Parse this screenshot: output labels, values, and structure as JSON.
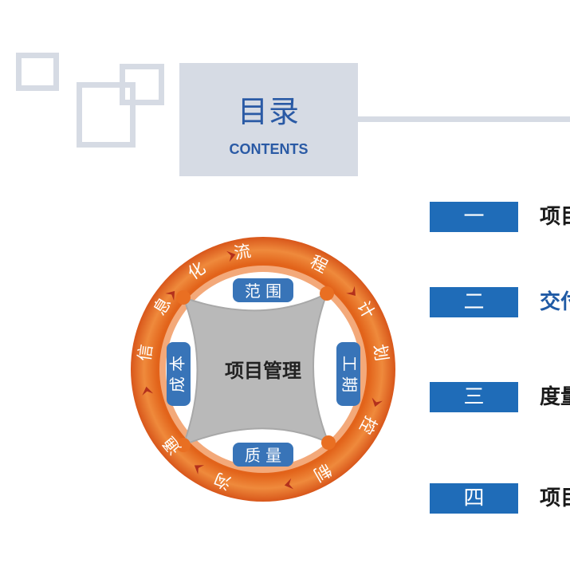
{
  "header": {
    "title": "目录",
    "subtitle": "CONTENTS"
  },
  "diagram": {
    "center": "项目管理",
    "inner_boxes": {
      "top": "范 围",
      "bottom": "质 量",
      "left": "成 本",
      "right": "工 期"
    },
    "ring_chars": [
      "流",
      "程",
      "计",
      "划",
      "控",
      "制",
      "沟",
      "通",
      "信",
      "息",
      "化"
    ],
    "colors": {
      "ring_outer": "#e96f22",
      "ring_inner_light": "#f6b48c",
      "arrow": "#b3301c",
      "inner_box": "#3874b8",
      "center": "#b7b7b7"
    }
  },
  "toc": [
    {
      "num": "一",
      "title": "项目",
      "color": "#1a1a1a"
    },
    {
      "num": "二",
      "title": "交付",
      "color": "#1f5aa5"
    },
    {
      "num": "三",
      "title": "度量",
      "color": "#1a1a1a"
    },
    {
      "num": "四",
      "title": "项目",
      "color": "#1a1a1a"
    }
  ],
  "colors": {
    "accent": "#1f6cb8",
    "header_bg": "#d6dbe4",
    "title_text": "#2a5aa5"
  }
}
